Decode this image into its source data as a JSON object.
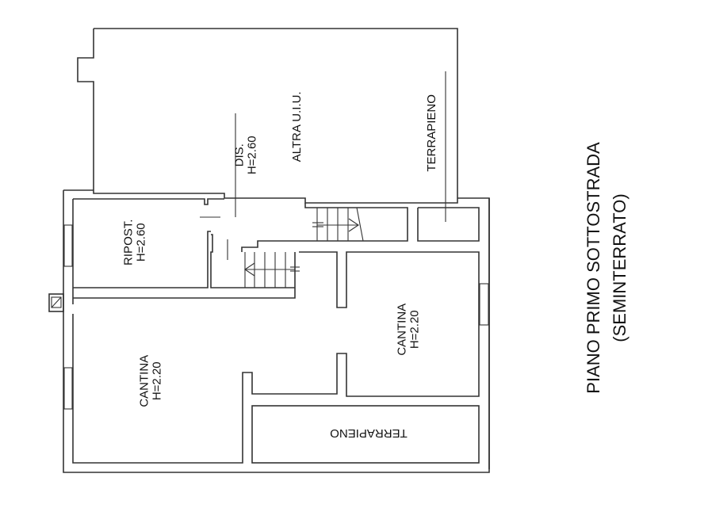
{
  "title": {
    "line1": "PIANO PRIMO SOTTOSTRADA",
    "line2": "(SEMINTERRATO)"
  },
  "rooms": {
    "altra_uiu": {
      "label": "ALTRA U.I.U."
    },
    "terrapieno_top": {
      "label": "TERRAPIENO"
    },
    "dis": {
      "name": "DIS.",
      "height": "H=2.60"
    },
    "ripost": {
      "name": "RIPOST.",
      "height": "H=2.60"
    },
    "cantina_left": {
      "name": "CANTINA",
      "height": "H=2.20"
    },
    "cantina_right": {
      "name": "CANTINA",
      "height": "H=2.20"
    },
    "terrapieno_bottom": {
      "label": "TERRAPIENO"
    }
  },
  "colors": {
    "line": "#333333",
    "background": "#ffffff",
    "text": "#111111"
  }
}
